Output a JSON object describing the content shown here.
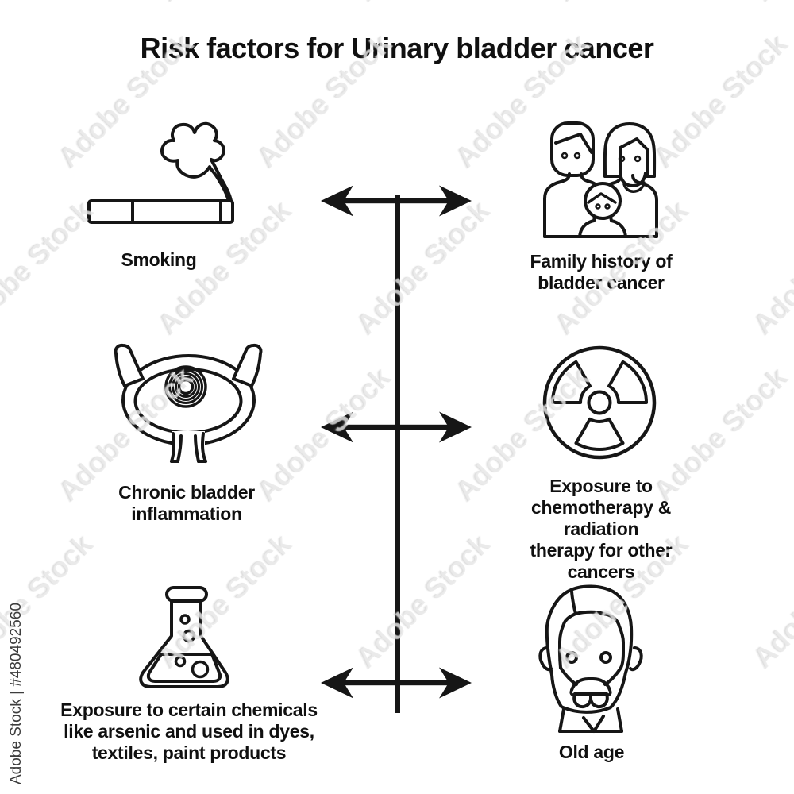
{
  "title": "Risk factors for Urinary bladder cancer",
  "colors": {
    "ink": "#161616",
    "background": "#ffffff"
  },
  "items": [
    {
      "id": "smoking",
      "icon": "cigarette-icon",
      "label": "Smoking"
    },
    {
      "id": "family-history",
      "icon": "family-icon",
      "label": "Family history of\nbladder cancer"
    },
    {
      "id": "chronic-bladder-inflammation",
      "icon": "bladder-icon",
      "label": "Chronic bladder\ninflammation"
    },
    {
      "id": "chemo-radiation-exposure",
      "icon": "radiation-icon",
      "label": "Exposure to\nchemotherapy & radiation\ntherapy for other cancers"
    },
    {
      "id": "chemical-exposure",
      "icon": "flask-icon",
      "label": "Exposure to certain chemicals\nlike arsenic and used in dyes,\ntextiles, paint products"
    },
    {
      "id": "old-age",
      "icon": "old-man-icon",
      "label": "Old age"
    }
  ],
  "watermark": {
    "tile_label": "Adobe Stock",
    "id_label": "Adobe Stock | #480492560",
    "tile_positions": [
      [
        -60,
        -20
      ],
      [
        190,
        -20
      ],
      [
        440,
        -20
      ],
      [
        690,
        -20
      ],
      [
        940,
        -20
      ],
      [
        65,
        190
      ],
      [
        315,
        190
      ],
      [
        565,
        190
      ],
      [
        815,
        190
      ],
      [
        -60,
        400
      ],
      [
        190,
        400
      ],
      [
        440,
        400
      ],
      [
        690,
        400
      ],
      [
        940,
        400
      ],
      [
        65,
        610
      ],
      [
        315,
        610
      ],
      [
        565,
        610
      ],
      [
        815,
        610
      ],
      [
        -60,
        820
      ],
      [
        190,
        820
      ],
      [
        440,
        820
      ],
      [
        690,
        820
      ],
      [
        940,
        820
      ]
    ]
  }
}
